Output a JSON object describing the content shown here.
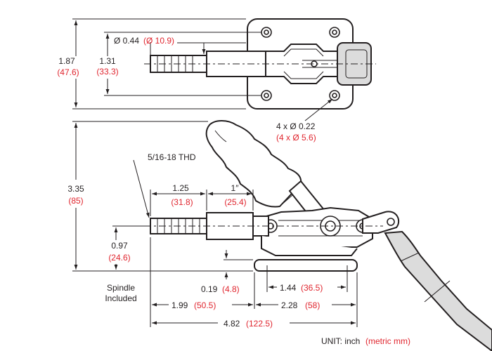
{
  "colors": {
    "ink": "#231f20",
    "metric": "#e0252e",
    "background": "#ffffff"
  },
  "top_view": {
    "spindle_dia": {
      "inch": "Ø 0.44",
      "mm": "(Ø 10.9)"
    },
    "height": {
      "inch": "1.87",
      "mm": "(47.6)"
    },
    "hole_spacing": {
      "inch": "1.31",
      "mm": "(33.3)"
    },
    "mount_holes": {
      "inch": "4 x Ø 0.22",
      "mm": "(4 x Ø 5.6)"
    }
  },
  "side_view": {
    "thread": "5/16-18 THD",
    "overall_height": {
      "inch": "3.35",
      "mm": "(85)"
    },
    "thread_length": {
      "inch": "1.25",
      "mm": "(31.8)"
    },
    "spindle_segment": {
      "inch": "1″",
      "mm": "(25.4)"
    },
    "spindle_height": {
      "inch": "0.97",
      "mm": "(24.6)"
    },
    "base_thickness": {
      "inch": "0.19",
      "mm": "(4.8)"
    },
    "base_slot": {
      "inch": "1.44",
      "mm": "(36.5)"
    },
    "spindle_extension": {
      "inch": "1.99",
      "mm": "(50.5)"
    },
    "base_length": {
      "inch": "2.28",
      "mm": "(58)"
    },
    "overall_length": {
      "inch": "4.82",
      "mm": "(122.5)"
    },
    "note_line1": "Spindle",
    "note_line2": "Included"
  },
  "units": {
    "label": "UNIT: inch",
    "metric": "(metric mm)"
  }
}
